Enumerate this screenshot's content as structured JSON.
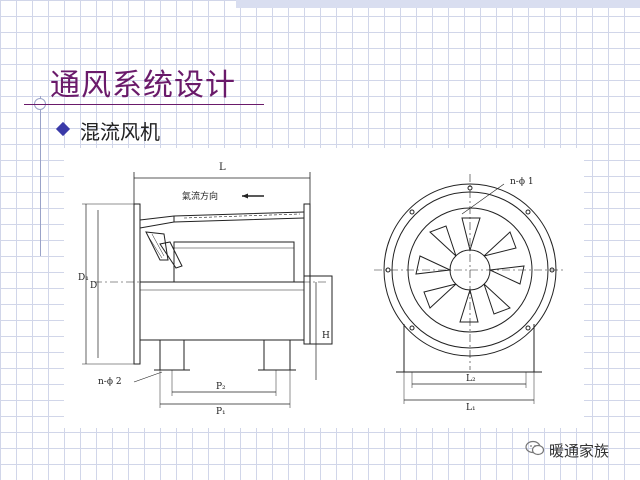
{
  "slide": {
    "title": "通风系统设计",
    "bullet": "混流风机"
  },
  "drawing": {
    "label_L": "L",
    "label_airflow": "氣流方向",
    "label_D1": "D₁",
    "label_D": "D",
    "label_H": "H",
    "label_n_phi2": "n-ϕ 2",
    "label_P2": "P₂",
    "label_P1": "P₁",
    "label_n_phi1": "n-ϕ 1",
    "label_L2": "L₂",
    "label_L1": "L₁"
  },
  "watermark": {
    "text": "暖通家族",
    "icon": "wechat-icon"
  },
  "colors": {
    "title": "#6a1a6a",
    "bullet": "#3a3aa8",
    "grid": "#c9d0e6"
  }
}
